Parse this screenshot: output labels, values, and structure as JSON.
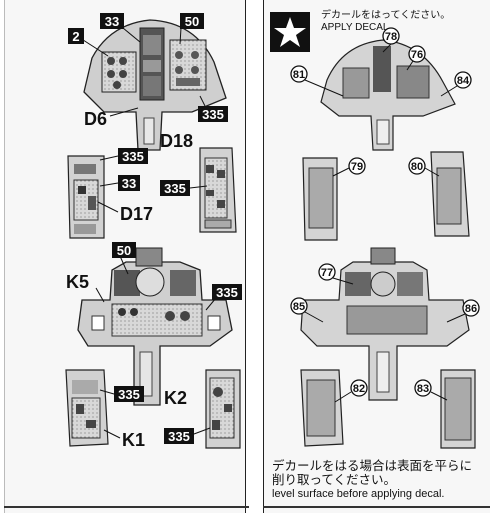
{
  "left": {
    "top_cockpit": {
      "tags": [
        "2",
        "33",
        "50",
        "335"
      ],
      "label": "D6"
    },
    "side_panels": {
      "labels": [
        "D18",
        "D17"
      ],
      "tags": [
        "335",
        "33",
        "335"
      ]
    },
    "main_panel": {
      "label": "K5",
      "tags": [
        "50",
        "335"
      ]
    },
    "bottom_panels": {
      "labels": [
        "K2",
        "K1"
      ],
      "tags": [
        "335",
        "335"
      ]
    }
  },
  "right": {
    "apply": {
      "jp": "デカールをはってください。",
      "en": "APPLY DECAL"
    },
    "decals": [
      "78",
      "76",
      "81",
      "84",
      "79",
      "80",
      "77",
      "85",
      "86",
      "82",
      "83"
    ],
    "notice": {
      "jp1": "デカールをはる場合は表面を平らに",
      "jp2": "削り取ってください。",
      "en": "level surface before applying decal."
    }
  }
}
